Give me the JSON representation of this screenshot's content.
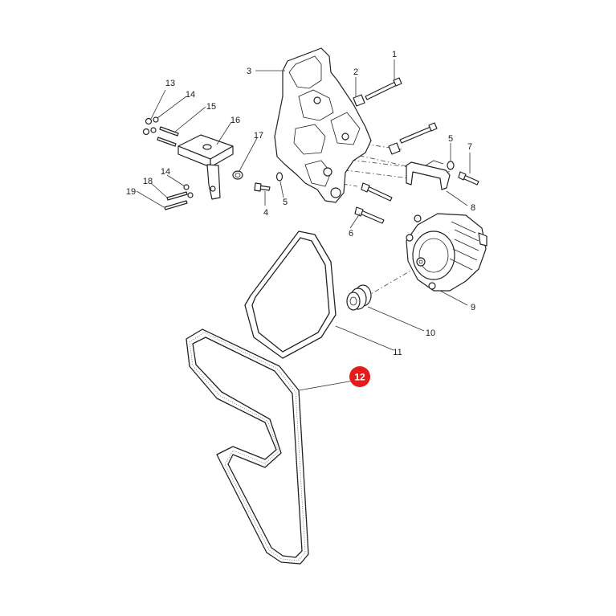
{
  "labels": {
    "p1": "1",
    "p2": "2",
    "p3": "3",
    "p4": "4",
    "p5a": "5",
    "p5b": "5",
    "p6": "6",
    "p7": "7",
    "p8": "8",
    "p9": "9",
    "p10": "10",
    "p11": "11",
    "p12": "12",
    "p13": "13",
    "p14a": "14",
    "p14b": "14",
    "p15": "15",
    "p16": "16",
    "p17": "17",
    "p18": "18",
    "p19": "19"
  },
  "highlight": {
    "part": "12",
    "color": "#e41b1b"
  }
}
